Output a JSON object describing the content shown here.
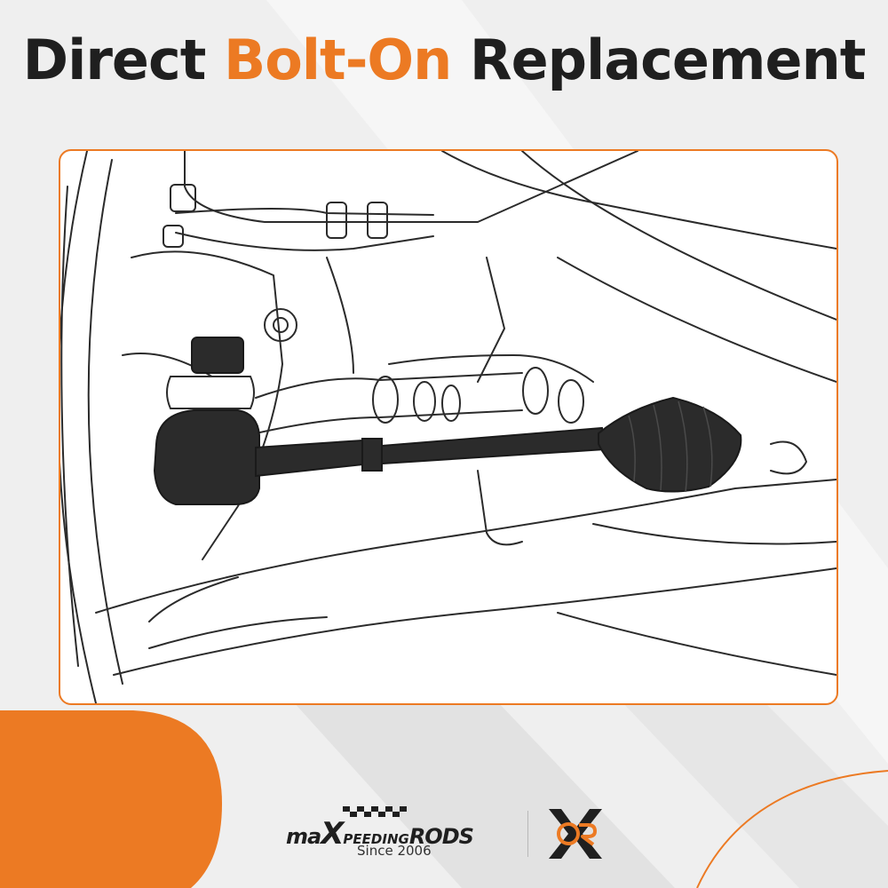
{
  "headline": {
    "part_1": "Direct ",
    "part_2": "Bolt-On",
    "part_3": " Replacement"
  },
  "brand": {
    "wordmark_ma": "ma",
    "wordmark_x": "X",
    "wordmark_peeding": "PEEDING",
    "wordmark_rods": "RODS",
    "since": "Since 2006",
    "badge_letters": "OR"
  },
  "colors": {
    "accent": "#ec7a23",
    "dark": "#1f1f1f",
    "background": "#efefef",
    "part": "#2b2b2b"
  },
  "illustration": {
    "subject": "tie-rod-assembly-installed-on-suspension",
    "highlighted_part": "outer-tie-rod-end-with-boot"
  }
}
